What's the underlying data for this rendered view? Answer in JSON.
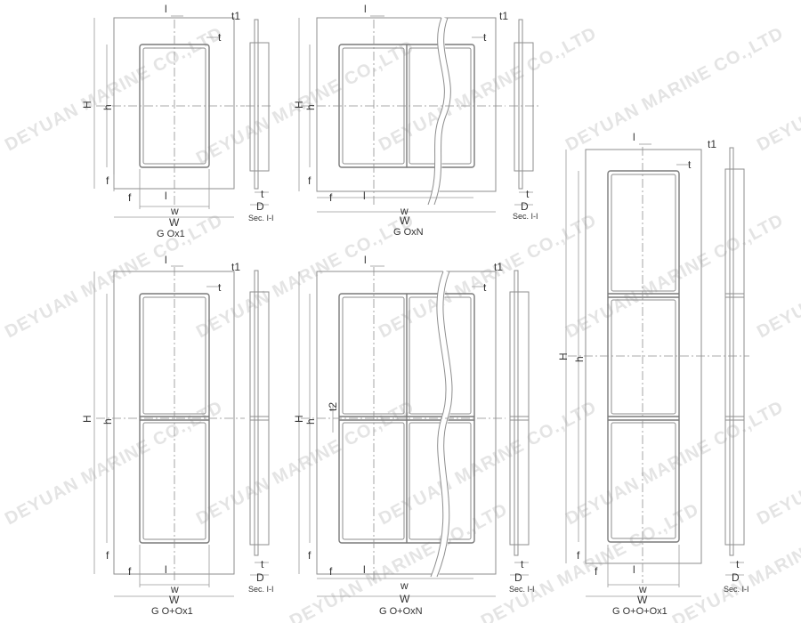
{
  "watermark": "DEYUAN MARINE CO.,LTD",
  "labels": {
    "l": "l",
    "t": "t",
    "t1": "t1",
    "t2": "t2",
    "h": "h",
    "H": "H",
    "f": "f",
    "w": "w",
    "W": "W",
    "D": "D",
    "sec": "Sec. I-I"
  },
  "captions": {
    "gox1": "G Ox1",
    "goxn": "G OxN",
    "goox1": "G O+Ox1",
    "gooxn": "G O+OxN",
    "gooox1": "G O+O+Ox1"
  },
  "colors": {
    "line": "#8e8e8e",
    "text": "#333333",
    "watermark": "#e4e4e4"
  }
}
